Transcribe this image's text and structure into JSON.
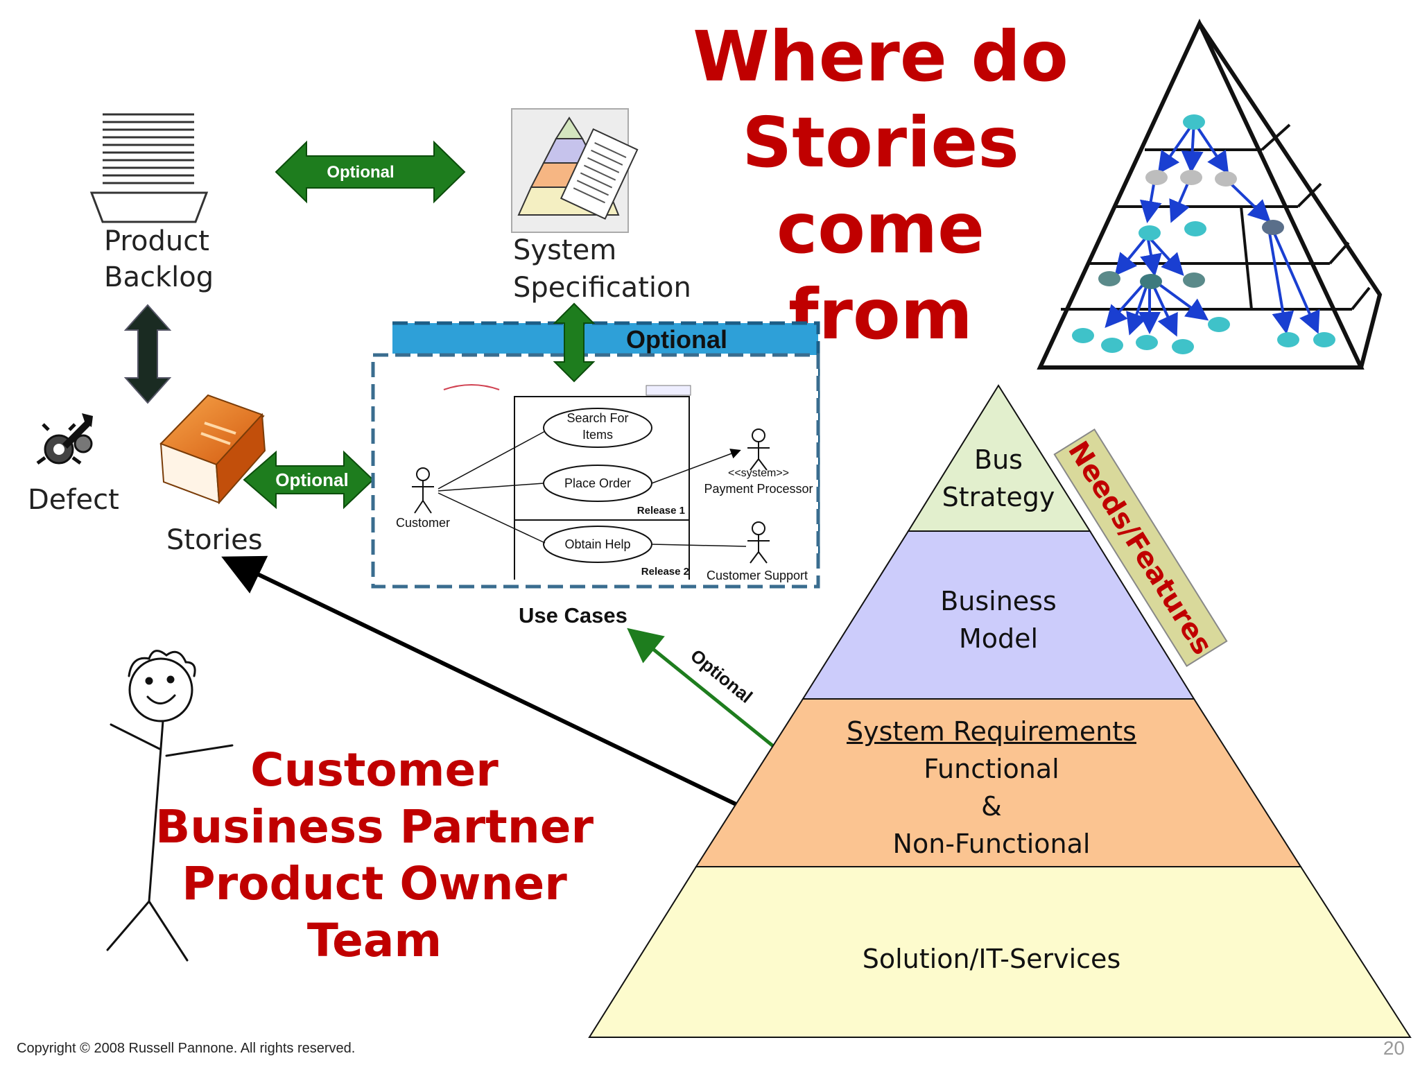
{
  "title": {
    "line1": "Where do",
    "line2": "Stories",
    "line3": "come from"
  },
  "sources": {
    "product_backlog": {
      "line1": "Product",
      "line2": "Backlog"
    },
    "system_specification": {
      "line1": "System",
      "line2": "Specification"
    },
    "defect": "Defect",
    "stories": "Stories",
    "use_cases": "Use Cases"
  },
  "arrows": {
    "optional_top": "Optional",
    "optional_stories": "Optional",
    "optional_usecases_banner": "Optional",
    "optional_diagonal": "Optional"
  },
  "use_case_diagram": {
    "actors": {
      "customer": "Customer",
      "payment_processor_stereotype": "<<system>>",
      "payment_processor": "Payment Processor",
      "customer_support": "Customer Support"
    },
    "use_cases": {
      "search_line1": "Search For",
      "search_line2": "Items",
      "place_order": "Place Order",
      "obtain_help": "Obtain Help"
    },
    "releases": {
      "release1": "Release 1",
      "release2": "Release 2"
    }
  },
  "roles": [
    "Customer",
    "Business Partner",
    "Product Owner",
    "Team"
  ],
  "pyramid": {
    "tier1_line1": "Bus",
    "tier1_line2": "Strategy",
    "tier2_line1": "Business",
    "tier2_line2": "Model",
    "tier3_heading": "System Requirements",
    "tier3_line2": "Functional",
    "tier3_line3": "&",
    "tier3_line4": "Non-Functional",
    "tier4": "Solution/IT-Services",
    "side_label": "Needs/Features",
    "colors": {
      "tier1": "#e2efcd",
      "tier2": "#ccccfb",
      "tier3": "#fbc491",
      "tier4": "#fdfbcd",
      "side_label": "#d9d99b"
    }
  },
  "footer": {
    "copyright": "Copyright © 2008 Russell Pannone. All rights reserved.",
    "page_number": "20"
  },
  "colors": {
    "title": "#c00000",
    "optional_arrow": "#1e7d1e",
    "banner": "#2ea0d8"
  }
}
